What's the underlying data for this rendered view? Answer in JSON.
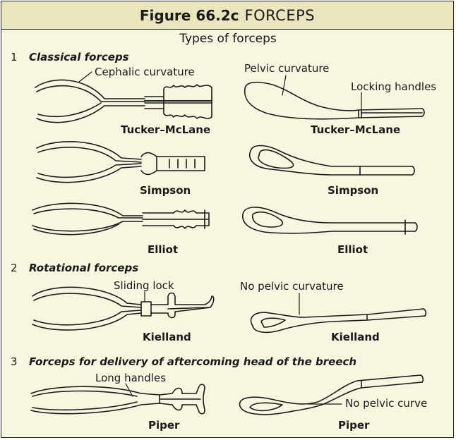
{
  "figure": {
    "number": "Figure 66.2c",
    "name": "FORCEPS"
  },
  "main_title": "Types of forceps",
  "sections": [
    {
      "number": "1",
      "title": "Classical forceps"
    },
    {
      "number": "2",
      "title": "Rotational forceps"
    },
    {
      "number": "3",
      "title": "Forceps for delivery of aftercoming head of the breech"
    }
  ],
  "forceps": {
    "tucker_left": "Tucker–McLane",
    "tucker_right": "Tucker–McLane",
    "simpson_left": "Simpson",
    "simpson_right": "Simpson",
    "elliot_left": "Elliot",
    "elliot_right": "Elliot",
    "kielland_left": "Kielland",
    "kielland_right": "Kielland",
    "piper_left": "Piper",
    "piper_right": "Piper"
  },
  "annotations": {
    "cephalic_curvature": "Cephalic curvature",
    "pelvic_curvature": "Pelvic curvature",
    "locking_handles": "Locking handles",
    "sliding_lock": "Sliding lock",
    "no_pelvic_curvature": "No pelvic curvature",
    "long_handles": "Long handles",
    "no_pelvic_curve": "No pelvic curve"
  },
  "colors": {
    "panel": "#f7f6df",
    "title_bar": "#e9e6bd",
    "ink": "#1a1a1a"
  }
}
